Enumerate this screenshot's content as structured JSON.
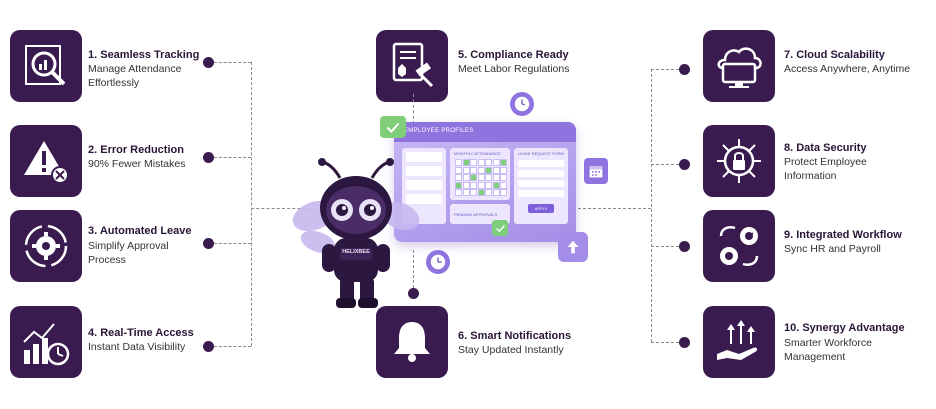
{
  "features": [
    {
      "id": 1,
      "title": "1. Seamless Tracking",
      "desc_lines": [
        "Manage Attendance",
        "Effortlessly"
      ],
      "icon": "magnifier-chart-icon"
    },
    {
      "id": 2,
      "title": "2. Error Reduction",
      "desc_lines": [
        "90% Fewer Mistakes"
      ],
      "icon": "warning-triangle-icon"
    },
    {
      "id": 3,
      "title": "3. Automated Leave",
      "desc_lines": [
        "Simplify Approval",
        "Process"
      ],
      "icon": "gear-cycle-icon"
    },
    {
      "id": 4,
      "title": "4. Real-Time Access",
      "desc_lines": [
        "Instant Data Visibility"
      ],
      "icon": "growth-chart-clock-icon"
    },
    {
      "id": 5,
      "title": "5. Compliance Ready",
      "desc_lines": [
        "Meet Labor Regulations"
      ],
      "icon": "document-gavel-icon"
    },
    {
      "id": 6,
      "title": "6. Smart Notifications",
      "desc_lines": [
        "Stay Updated Instantly"
      ],
      "icon": "bell-icon"
    },
    {
      "id": 7,
      "title": "7. Cloud Scalability",
      "desc_lines": [
        "Access Anywhere, Anytime"
      ],
      "icon": "cloud-monitor-icon"
    },
    {
      "id": 8,
      "title": "8. Data Security",
      "desc_lines": [
        "Protect Employee",
        "Information"
      ],
      "icon": "lock-circuit-icon"
    },
    {
      "id": 9,
      "title": "9. Integrated Workflow",
      "desc_lines": [
        "Sync HR and Payroll"
      ],
      "icon": "gears-workflow-icon"
    },
    {
      "id": 10,
      "title": "10. Synergy Advantage",
      "desc_lines": [
        "Smarter Workforce",
        "Management"
      ],
      "icon": "hand-growth-arrows-icon"
    }
  ],
  "mascot": {
    "chest_text": "HELIXBEE"
  },
  "screen": {
    "title": "EMPLOYEE PROFILES",
    "panel_attendance": "MONTHLY ATTENDANCE",
    "panel_leave": "LEAVE REQUEST FORM",
    "panel_pending": "PENDING APPROVALS",
    "apply_label": "APPLY"
  },
  "colors": {
    "brand": "#3a1b4f",
    "screen": "#a48de8",
    "check": "#7fce7a"
  }
}
